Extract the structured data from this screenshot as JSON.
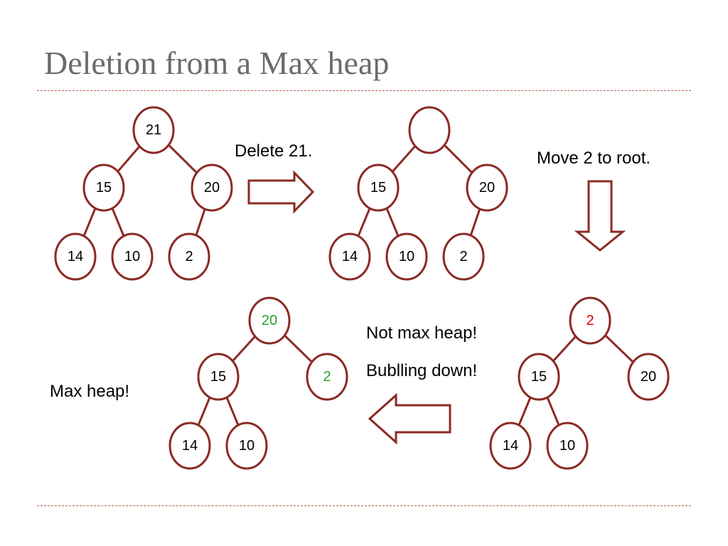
{
  "slide": {
    "title": "Deletion from a Max heap"
  },
  "colors": {
    "edge": "#8b2a24",
    "default_label": "#000000",
    "highlight_green": "#2ca02c",
    "highlight_red": "#e00000"
  },
  "captions": {
    "delete_step": "Delete 21.",
    "move_step": "Move 2 to root.",
    "not_max_heap": "Not max heap!",
    "bubbling_down": "Bublling down!",
    "max_heap": "Max heap!"
  },
  "trees": [
    {
      "id": "original",
      "nodes": [
        {
          "label": "21",
          "color": "default"
        },
        {
          "label": "15",
          "color": "default"
        },
        {
          "label": "20",
          "color": "default"
        },
        {
          "label": "14",
          "color": "default"
        },
        {
          "label": "10",
          "color": "default"
        },
        {
          "label": "2",
          "color": "default"
        }
      ]
    },
    {
      "id": "after-delete",
      "nodes": [
        {
          "label": "",
          "color": "default"
        },
        {
          "label": "15",
          "color": "default"
        },
        {
          "label": "20",
          "color": "default"
        },
        {
          "label": "14",
          "color": "default"
        },
        {
          "label": "10",
          "color": "default"
        },
        {
          "label": "2",
          "color": "default"
        }
      ]
    },
    {
      "id": "moved-to-root",
      "nodes": [
        {
          "label": "2",
          "color": "highlight_red"
        },
        {
          "label": "15",
          "color": "default"
        },
        {
          "label": "20",
          "color": "default"
        },
        {
          "label": "14",
          "color": "default"
        },
        {
          "label": "10",
          "color": "default"
        }
      ]
    },
    {
      "id": "final",
      "nodes": [
        {
          "label": "20",
          "color": "highlight_green"
        },
        {
          "label": "15",
          "color": "default"
        },
        {
          "label": "2",
          "color": "highlight_green"
        },
        {
          "label": "14",
          "color": "default"
        },
        {
          "label": "10",
          "color": "default"
        }
      ]
    }
  ]
}
